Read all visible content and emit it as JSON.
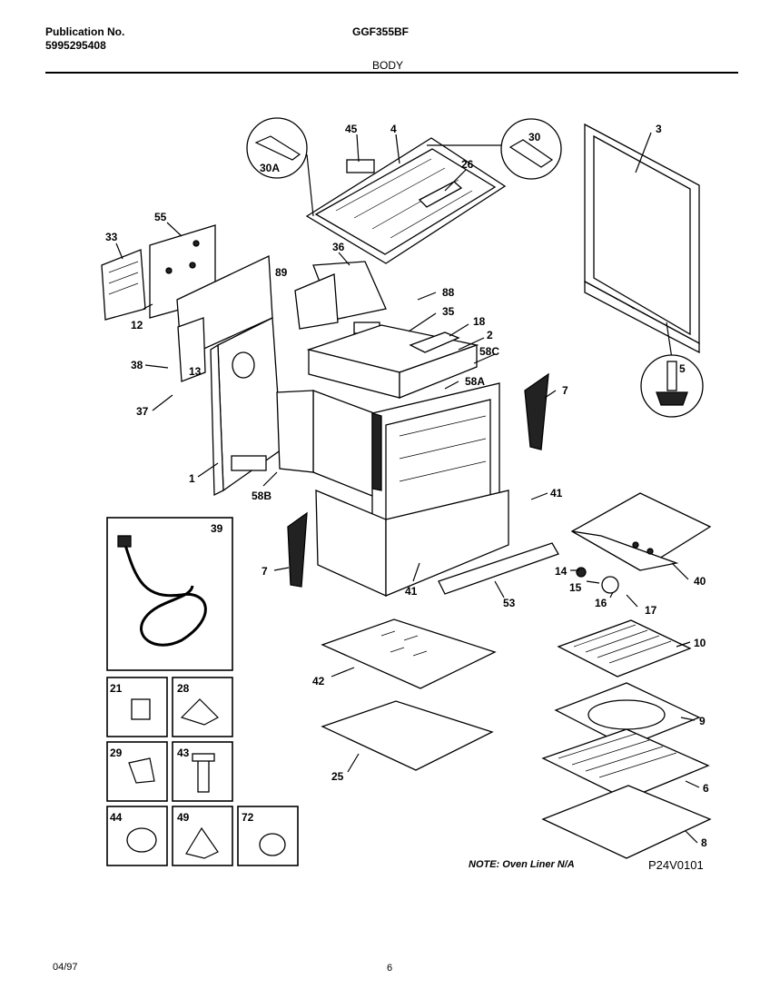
{
  "header": {
    "publication_label": "Publication No.",
    "publication_number": "5995295408",
    "model": "GGF355BF",
    "section": "BODY"
  },
  "callouts": [
    "45",
    "4",
    "30",
    "3",
    "30A",
    "26",
    "33",
    "55",
    "36",
    "89",
    "88",
    "35",
    "18",
    "2",
    "58C",
    "38",
    "13",
    "12",
    "58A",
    "7",
    "37",
    "1",
    "58B",
    "41",
    "39",
    "7",
    "41",
    "14",
    "15",
    "16",
    "17",
    "53",
    "40",
    "42",
    "10",
    "21",
    "28",
    "9",
    "29",
    "43",
    "6",
    "25",
    "44",
    "49",
    "72",
    "8",
    "5"
  ],
  "footer": {
    "note": "NOTE: Oven Liner N/A",
    "diagram_code": "P24V0101",
    "date": "04/97",
    "page": "6"
  }
}
